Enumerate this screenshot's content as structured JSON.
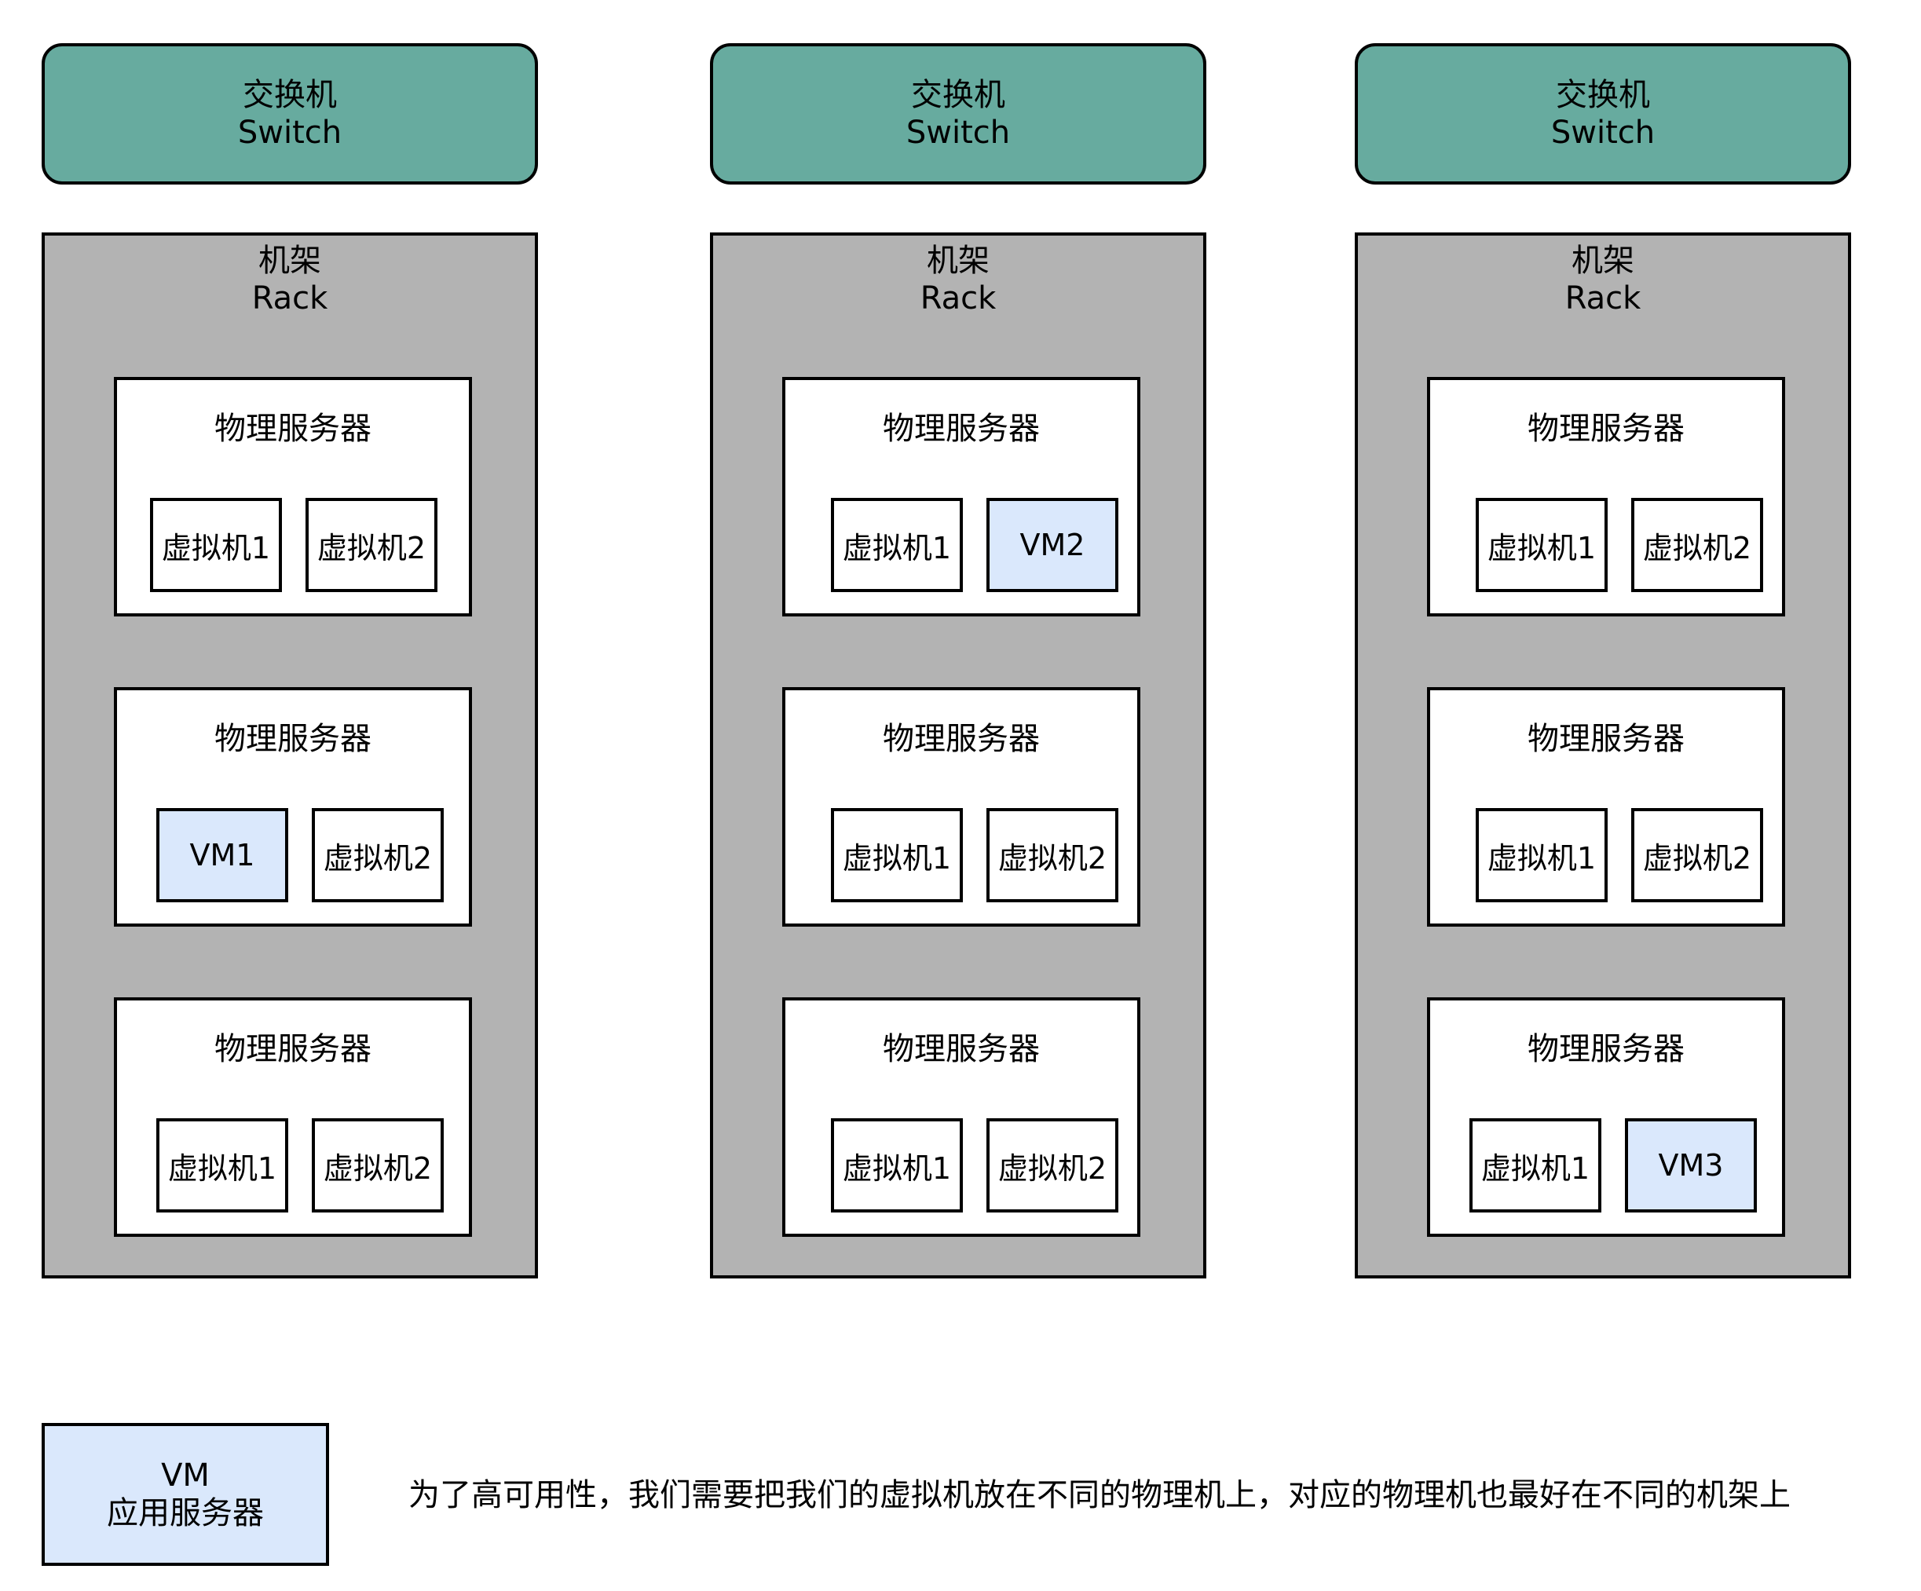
{
  "switch": {
    "zh": "交换机",
    "en": "Switch"
  },
  "rack": {
    "zh": "机架",
    "en": "Rack"
  },
  "server_label": "物理服务器",
  "racks": [
    {
      "servers": [
        {
          "vms": [
            {
              "label": "虚拟机1",
              "app": false
            },
            {
              "label": "虚拟机2",
              "app": false
            }
          ]
        },
        {
          "vms": [
            {
              "label": "VM1",
              "app": true
            },
            {
              "label": "虚拟机2",
              "app": false
            }
          ]
        },
        {
          "vms": [
            {
              "label": "虚拟机1",
              "app": false
            },
            {
              "label": "虚拟机2",
              "app": false
            }
          ]
        }
      ]
    },
    {
      "servers": [
        {
          "vms": [
            {
              "label": "虚拟机1",
              "app": false
            },
            {
              "label": "VM2",
              "app": true
            }
          ]
        },
        {
          "vms": [
            {
              "label": "虚拟机1",
              "app": false
            },
            {
              "label": "虚拟机2",
              "app": false
            }
          ]
        },
        {
          "vms": [
            {
              "label": "虚拟机1",
              "app": false
            },
            {
              "label": "虚拟机2",
              "app": false
            }
          ]
        }
      ]
    },
    {
      "servers": [
        {
          "vms": [
            {
              "label": "虚拟机1",
              "app": false
            },
            {
              "label": "虚拟机2",
              "app": false
            }
          ]
        },
        {
          "vms": [
            {
              "label": "虚拟机1",
              "app": false
            },
            {
              "label": "虚拟机2",
              "app": false
            }
          ]
        },
        {
          "vms": [
            {
              "label": "虚拟机1",
              "app": false
            },
            {
              "label": "VM3",
              "app": true
            }
          ]
        }
      ]
    }
  ],
  "legend": {
    "line1": "VM",
    "line2": "应用服务器"
  },
  "note": "为了高可用性，我们需要把我们的虚拟机放在不同的物理机上，对应的物理机也最好在不同的机架上",
  "colors": {
    "switch": "#67ab9f",
    "rack": "#b3b3b3",
    "app_vm": "#dae8fc"
  }
}
